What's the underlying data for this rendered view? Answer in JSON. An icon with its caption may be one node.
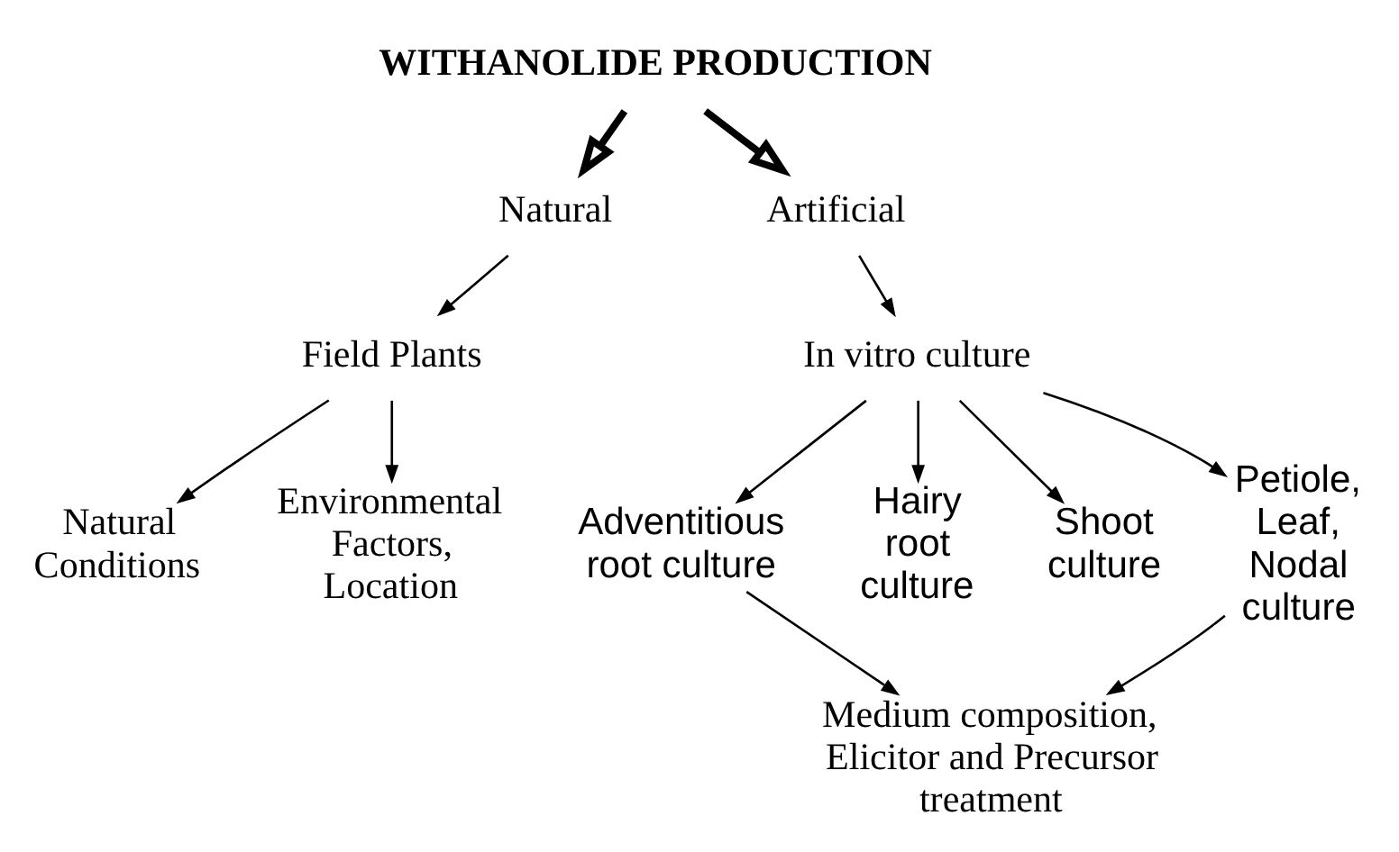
{
  "diagram": {
    "nodes": [
      {
        "text": [
          "WITHANOLIDE PRODUCTION"
        ]
      },
      {
        "text": [
          "Natural"
        ]
      },
      {
        "text": [
          "Artificial"
        ]
      },
      {
        "text": [
          "Field Plants"
        ]
      },
      {
        "text": [
          "In vitro culture"
        ]
      },
      {
        "text": [
          "Natural Conditions"
        ]
      },
      {
        "text": [
          "Environmental Factors, Location"
        ]
      },
      {
        "text": [
          "Adventitious root culture"
        ]
      },
      {
        "text": [
          "Hairy root culture"
        ]
      },
      {
        "text": [
          "Shoot culture"
        ]
      },
      {
        "text": [
          "Petiole, Leaf, Nodal culture"
        ]
      },
      {
        "text": [
          "Medium composition, Elicitor and Precursor treatment"
        ]
      }
    ],
    "edges": [
      {
        "from": 0,
        "to": 1,
        "arrow": "to",
        "style": "thick"
      },
      {
        "from": 0,
        "to": 2,
        "arrow": "to",
        "style": "thick"
      },
      {
        "from": 1,
        "to": 3,
        "arrow": "to"
      },
      {
        "from": 2,
        "to": 4,
        "arrow": "to"
      },
      {
        "from": 3,
        "to": 5,
        "arrow": "to"
      },
      {
        "from": 3,
        "to": 6,
        "arrow": "to"
      },
      {
        "from": 4,
        "to": 7,
        "arrow": "to"
      },
      {
        "from": 4,
        "to": 8,
        "arrow": "to"
      },
      {
        "from": 4,
        "to": 9,
        "arrow": "to"
      },
      {
        "from": 4,
        "to": 10,
        "arrow": "to"
      },
      {
        "from": 7,
        "to": 11,
        "arrow": "to"
      },
      {
        "from": 10,
        "to": 11,
        "arrow": "to"
      }
    ]
  }
}
